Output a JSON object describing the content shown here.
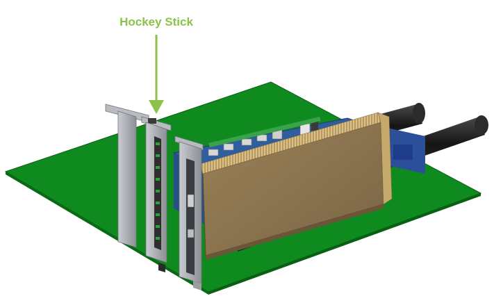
{
  "callout": {
    "label": "Hockey Stick",
    "color": "#8bc34a"
  },
  "colors": {
    "board": "#0f8a1f",
    "board_edge": "#0a6a16",
    "card_body": "#8a7350",
    "card_teeth": "#c6aa6c",
    "blue_board": "#2f5e9e",
    "connector_dark": "#1e1e1e",
    "bracket": "#9a9ea3"
  },
  "icons": [
    "pcb-board",
    "gpu-card",
    "io-bracket",
    "power-cables"
  ]
}
